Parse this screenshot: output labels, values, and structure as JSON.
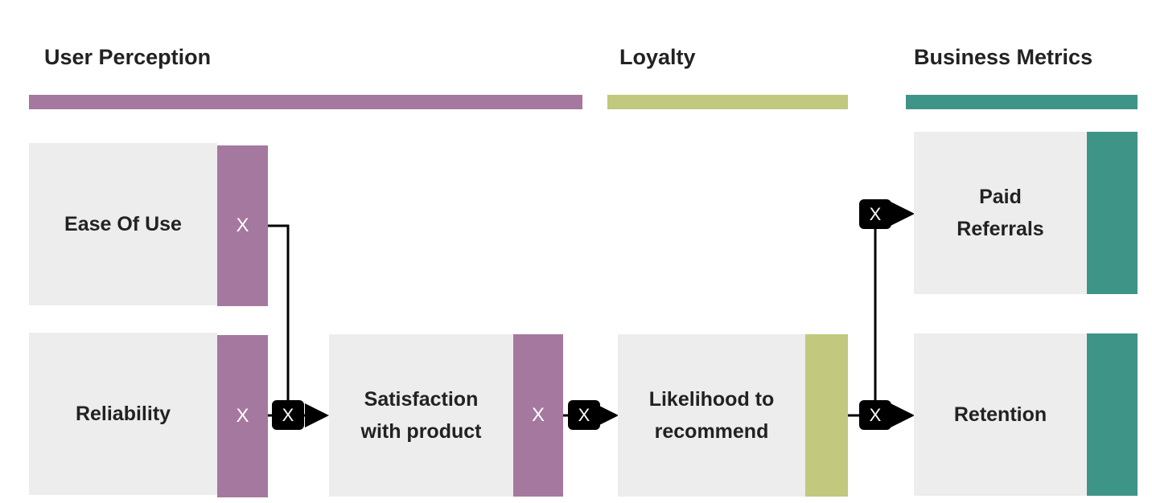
{
  "headers": {
    "user_perception": "User Perception",
    "loyalty": "Loyalty",
    "business_metrics": "Business Metrics"
  },
  "colors": {
    "purple": "#a5789f",
    "green": "#c2c87e",
    "teal": "#3f9488",
    "box": "#ededed"
  },
  "nodes": {
    "ease": "Ease Of Use",
    "reliability": "Reliability",
    "satisfaction": "Satisfaction with product",
    "likelihood": "Likelihood to recommend",
    "paid_referrals": "Paid Referrals",
    "retention": "Retention"
  },
  "multiplier": "X"
}
